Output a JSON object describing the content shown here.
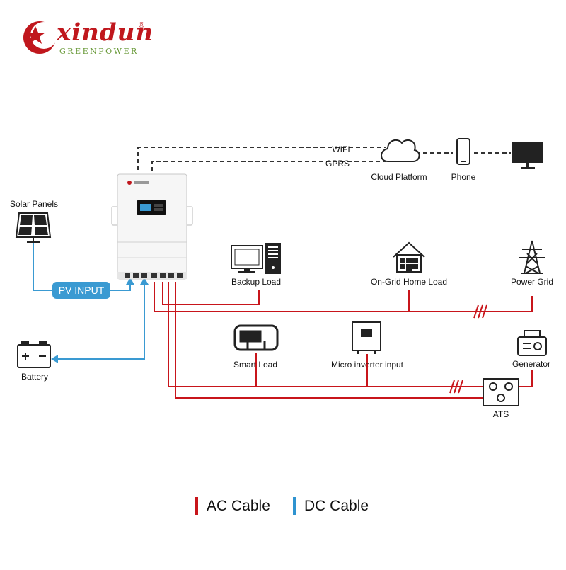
{
  "brand": {
    "name": "xindun",
    "registered": "®",
    "tagline": "GREENPOWER",
    "color_primary": "#c0171d",
    "color_tagline": "#6a9a3a"
  },
  "labels": {
    "wifi": "WIFI",
    "gprs": "GPRS",
    "cloud_platform": "Cloud Platform",
    "phone": "Phone",
    "solar_panels": "Solar Panels",
    "pv_input": "PV INPUT",
    "battery": "Battery",
    "backup_load": "Backup Load",
    "on_grid_home_load": "On-Grid Home Load",
    "power_grid": "Power Grid",
    "smart_load": "Smart Load",
    "micro_inverter_input": "Micro inverter input",
    "generator": "Generator",
    "ats": "ATS"
  },
  "legend": [
    {
      "label": "AC Cable",
      "color": "#c8151b"
    },
    {
      "label": "DC Cable",
      "color": "#2f93d0"
    }
  ],
  "colors": {
    "ac_cable": "#c8151b",
    "dc_cable": "#3a9ad2",
    "comm_line": "#333333"
  }
}
